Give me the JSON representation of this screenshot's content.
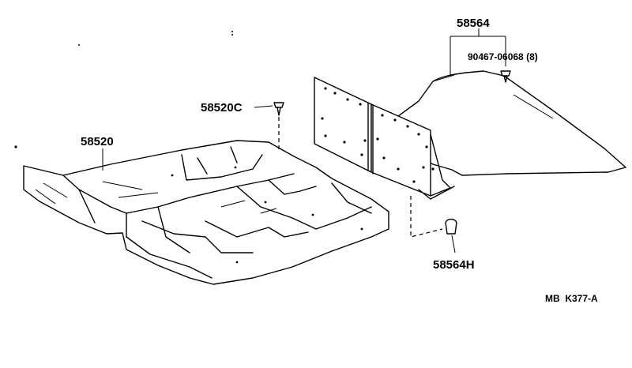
{
  "parts": {
    "carpet_rear": "58564",
    "clip_rear": "90467-06068 (8)",
    "clip_front": "58520C",
    "carpet_front": "58520",
    "fastener": "58564H"
  },
  "diagram_code": "MB  K377-A"
}
